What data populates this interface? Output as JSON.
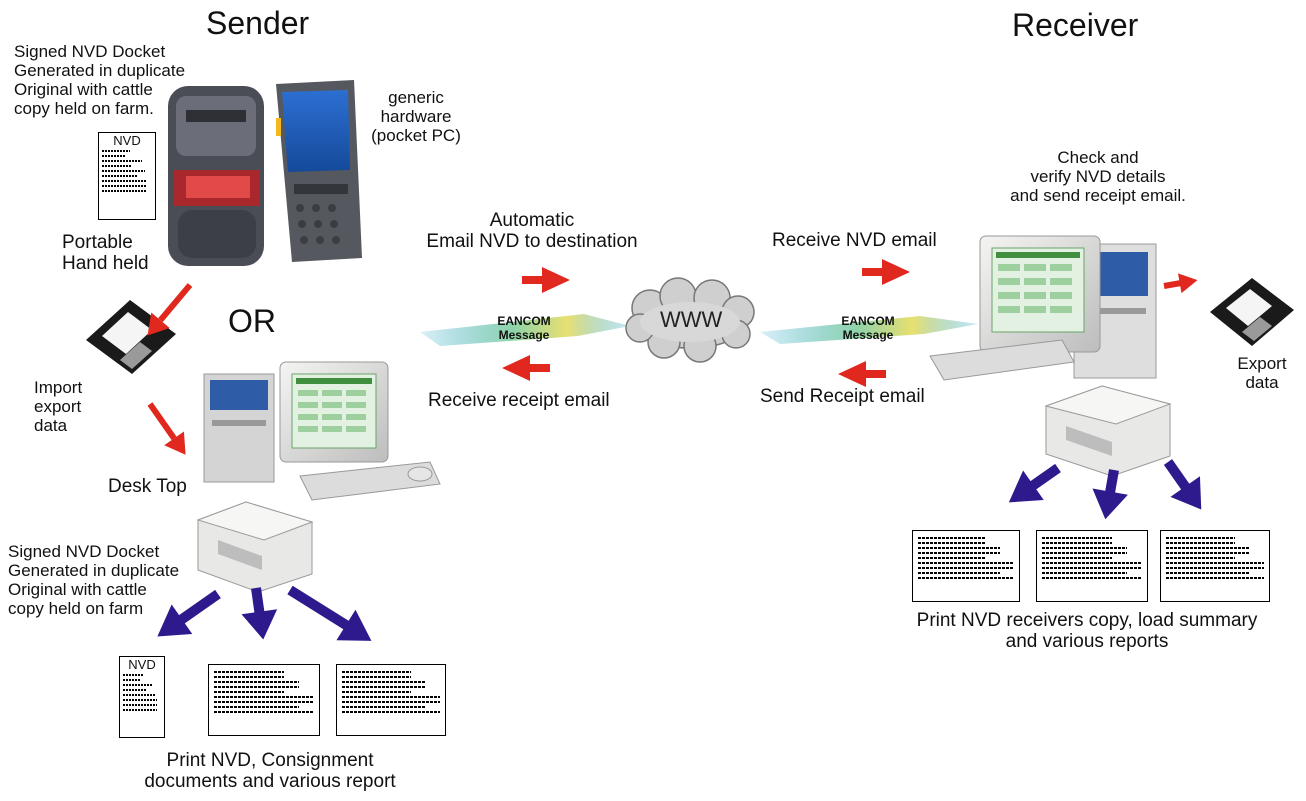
{
  "sender": {
    "heading": "Sender",
    "signed_docket_top": "Signed NVD Docket\nGenerated in duplicate\nOriginal with cattle\ncopy held on farm.",
    "generic_hardware": "generic\nhardware\n(pocket PC)",
    "portable": "Portable\nHand held",
    "or": "OR",
    "import_export": "Import\nexport\ndata",
    "desk_top": "Desk Top",
    "signed_docket_bottom": "Signed NVD Docket\nGenerated in duplicate\nOriginal with cattle\ncopy held on farm",
    "print_caption": "Print NVD, Consignment\ndocuments and various report"
  },
  "middle": {
    "automatic": "Automatic\nEmail NVD to destination",
    "receive_receipt": "Receive receipt email",
    "eancom_left": "EANCOM\nMessage",
    "www": "WWW",
    "receive_nvd": "Receive NVD email",
    "eancom_right": "EANCOM\nMessage",
    "send_receipt": "Send Receipt email"
  },
  "receiver": {
    "heading": "Receiver",
    "check_verify": "Check and\nverify NVD details\nand send receipt email.",
    "export": "Export\ndata",
    "print_caption": "Print NVD receivers copy, load summary\nand various reports"
  },
  "document": {
    "nvd_title": "NVD"
  },
  "colors": {
    "red_arrow": "#e0281e",
    "blue_arrow": "#2e1a8c",
    "cloud": "#c9c9c9"
  }
}
